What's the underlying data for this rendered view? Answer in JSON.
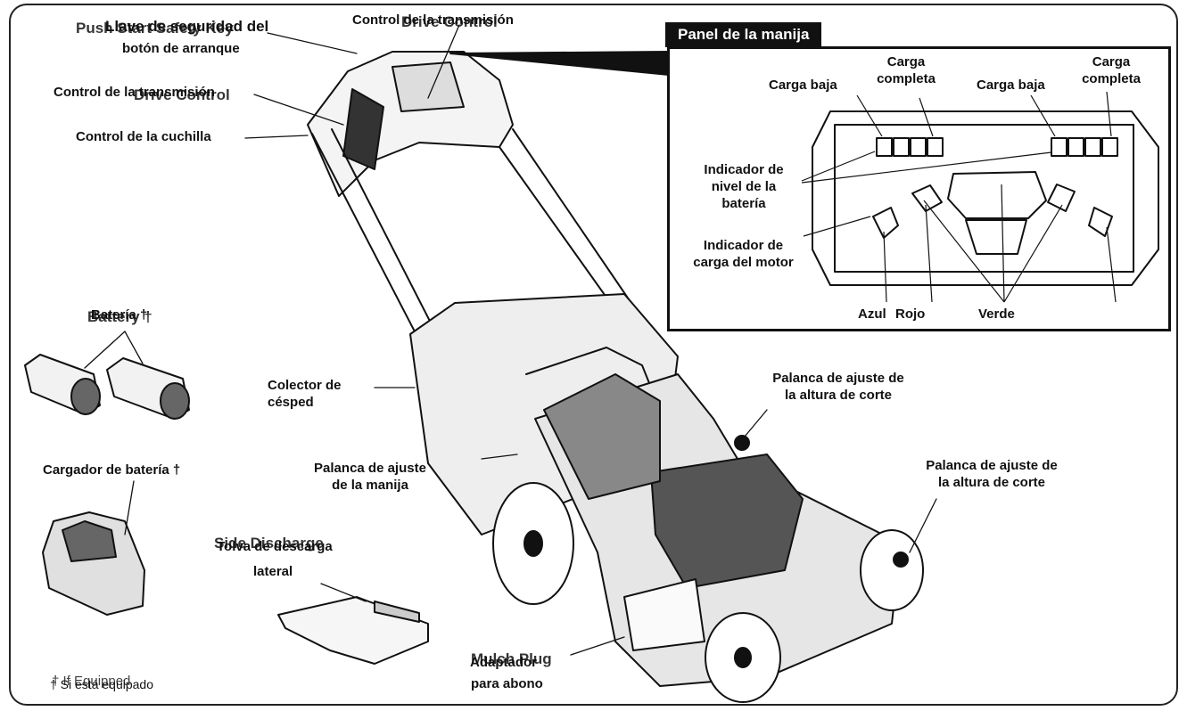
{
  "labels": {
    "llave_seguridad": "Llave de seguridad del",
    "push_start_key": "Push Start Safety Key",
    "boton_arranque": "botón de arranque",
    "control_transmision_top": "Control de la transmisión",
    "drive_control_top": "Drive Control",
    "control_transmision_left": "Control de la transmisión",
    "drive_control_left": "Drive Control",
    "control_cuchilla": "Control de la cuchilla",
    "bateria": "Batería †",
    "battery": "Battery †",
    "cargador": "Cargador de batería †",
    "colector_1": "Colector de",
    "colector_2": "césped",
    "palanca_manija_1": "Palanca de ajuste",
    "palanca_manija_2": "de la manija",
    "tolva_1": "Tolva de descarga",
    "side_discharge": "Side Discharge",
    "tolva_2": "lateral",
    "adaptador_1": "Adaptador",
    "mulch_plug": "Mulch Plug",
    "adaptador_2": "para abono",
    "palanca_altura_a1": "Palanca de ajuste de",
    "palanca_altura_a2": "la altura de corte",
    "palanca_altura_b1": "Palanca de ajuste de",
    "palanca_altura_b2": "la altura de corte",
    "footnote_es": "† Si está equipado",
    "footnote_en": "† If Equipped"
  },
  "panel": {
    "title": "Panel de la manija",
    "carga_baja_1": "Carga baja",
    "carga_completa_1a": "Carga",
    "carga_completa_1b": "completa",
    "carga_baja_2": "Carga baja",
    "carga_completa_2a": "Carga",
    "carga_completa_2b": "completa",
    "ind_bateria_1": "Indicador de",
    "ind_bateria_2": "nivel de la",
    "ind_bateria_3": "batería",
    "ind_motor_1": "Indicador de",
    "ind_motor_2": "carga del motor",
    "azul": "Azul",
    "rojo": "Rojo",
    "verde": "Verde"
  }
}
